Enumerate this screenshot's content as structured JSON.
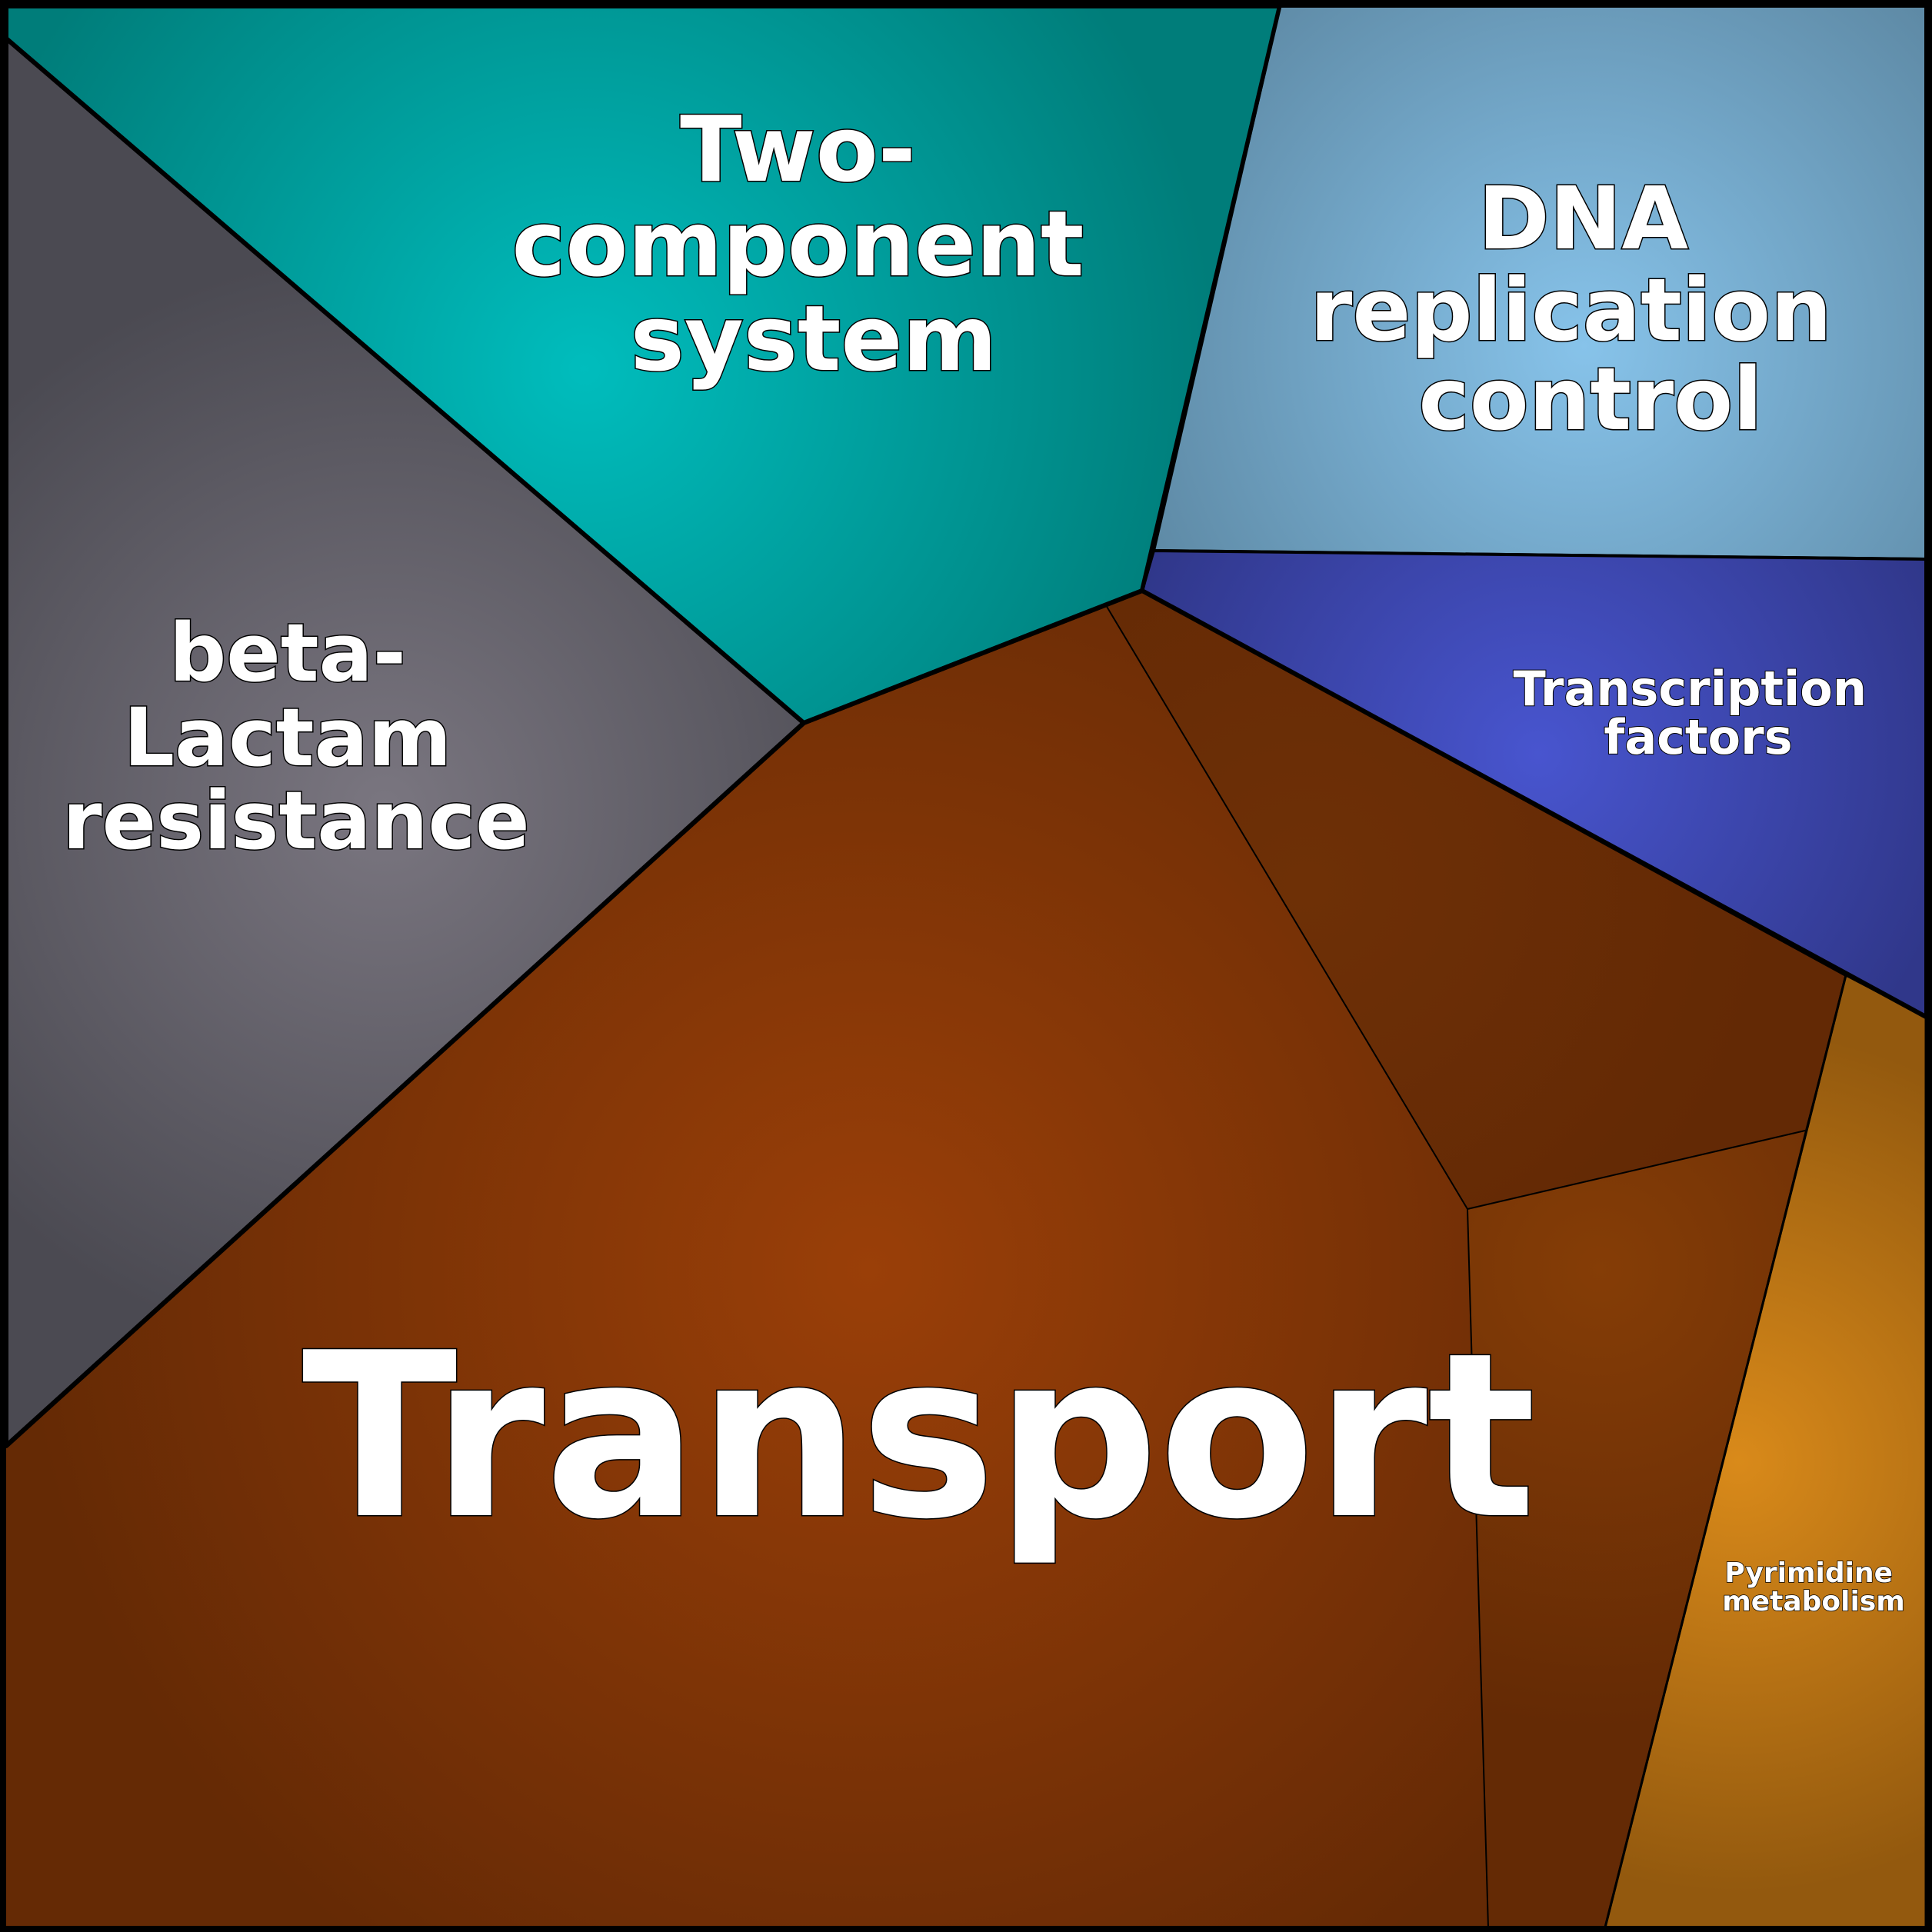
{
  "diagram": {
    "type": "voronoi-treemap",
    "regions": [
      {
        "id": "transport",
        "lines": [
          "Transport"
        ],
        "color": "#9a3f08",
        "edge_color": "#652a05"
      },
      {
        "id": "two-component-system",
        "lines": [
          "Two-",
          "component",
          "system"
        ],
        "color": "#00bdbd",
        "edge_color": "#007d7a"
      },
      {
        "id": "dna-replication-control",
        "lines": [
          "DNA",
          "replication",
          "control"
        ],
        "color": "#87c3ea",
        "edge_color": "#5c87a2"
      },
      {
        "id": "beta-lactam-resistance",
        "lines": [
          "beta-",
          "Lactam",
          "resistance"
        ],
        "color": "#7a7680",
        "edge_color": "#4b4a52"
      },
      {
        "id": "transcription-factors",
        "lines": [
          "Transcription",
          "factors"
        ],
        "color": "#4855cf",
        "edge_color": "#30378a"
      },
      {
        "id": "pyrimidine-metabolism",
        "lines": [
          "Pyrimidine",
          "metabolism"
        ],
        "color": "#d98a1a",
        "edge_color": "#93590e"
      }
    ]
  }
}
